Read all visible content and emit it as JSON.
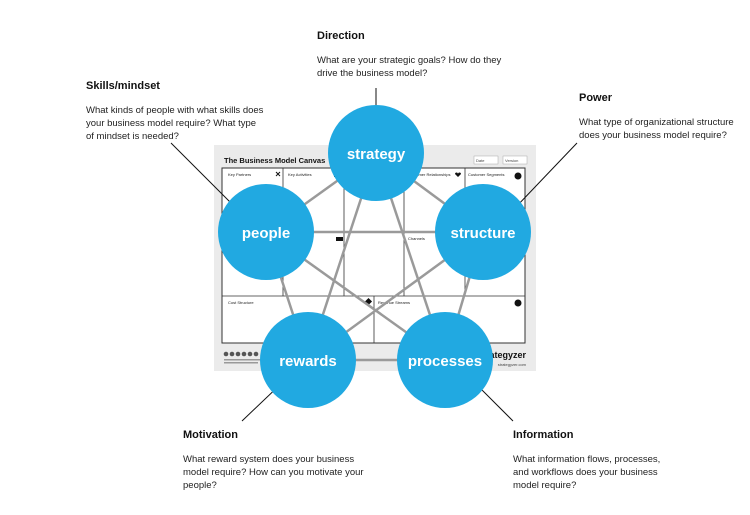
{
  "canvas": {
    "title": "The Business Model Canvas",
    "header_fields": [
      "Date",
      "Version"
    ],
    "blocks": [
      "Key Partners",
      "Key Activities",
      "Customer Relationships",
      "Customer Segments",
      "Channels",
      "Cost Structure",
      "Revenue Streams"
    ],
    "brand": "strategyzer",
    "brand_url": "strategyzer.com"
  },
  "circles": {
    "strategy": "strategy",
    "people": "people",
    "structure": "structure",
    "rewards": "rewards",
    "processes": "processes"
  },
  "annotations": {
    "direction": {
      "title": "Direction",
      "desc": "What are your strategic goals? How do they drive the business model?"
    },
    "skills": {
      "title": "Skills/mindset",
      "desc": "What kinds of people with what skills does your business model require? What type of mindset is needed?"
    },
    "power": {
      "title": "Power",
      "desc": "What type of organizational structure does your business model require?"
    },
    "motivation": {
      "title": "Motivation",
      "desc": "What reward system does your business model require? How can you motivate your people?"
    },
    "information": {
      "title": "Information",
      "desc": "What information flows, processes, and workflows does your business model require?"
    }
  },
  "colors": {
    "circle": "#21a9e1",
    "circle_text": "#ffffff",
    "star_line": "#9a9a9a",
    "canvas_bg": "#ebebeb",
    "canvas_grid": "#333333"
  }
}
